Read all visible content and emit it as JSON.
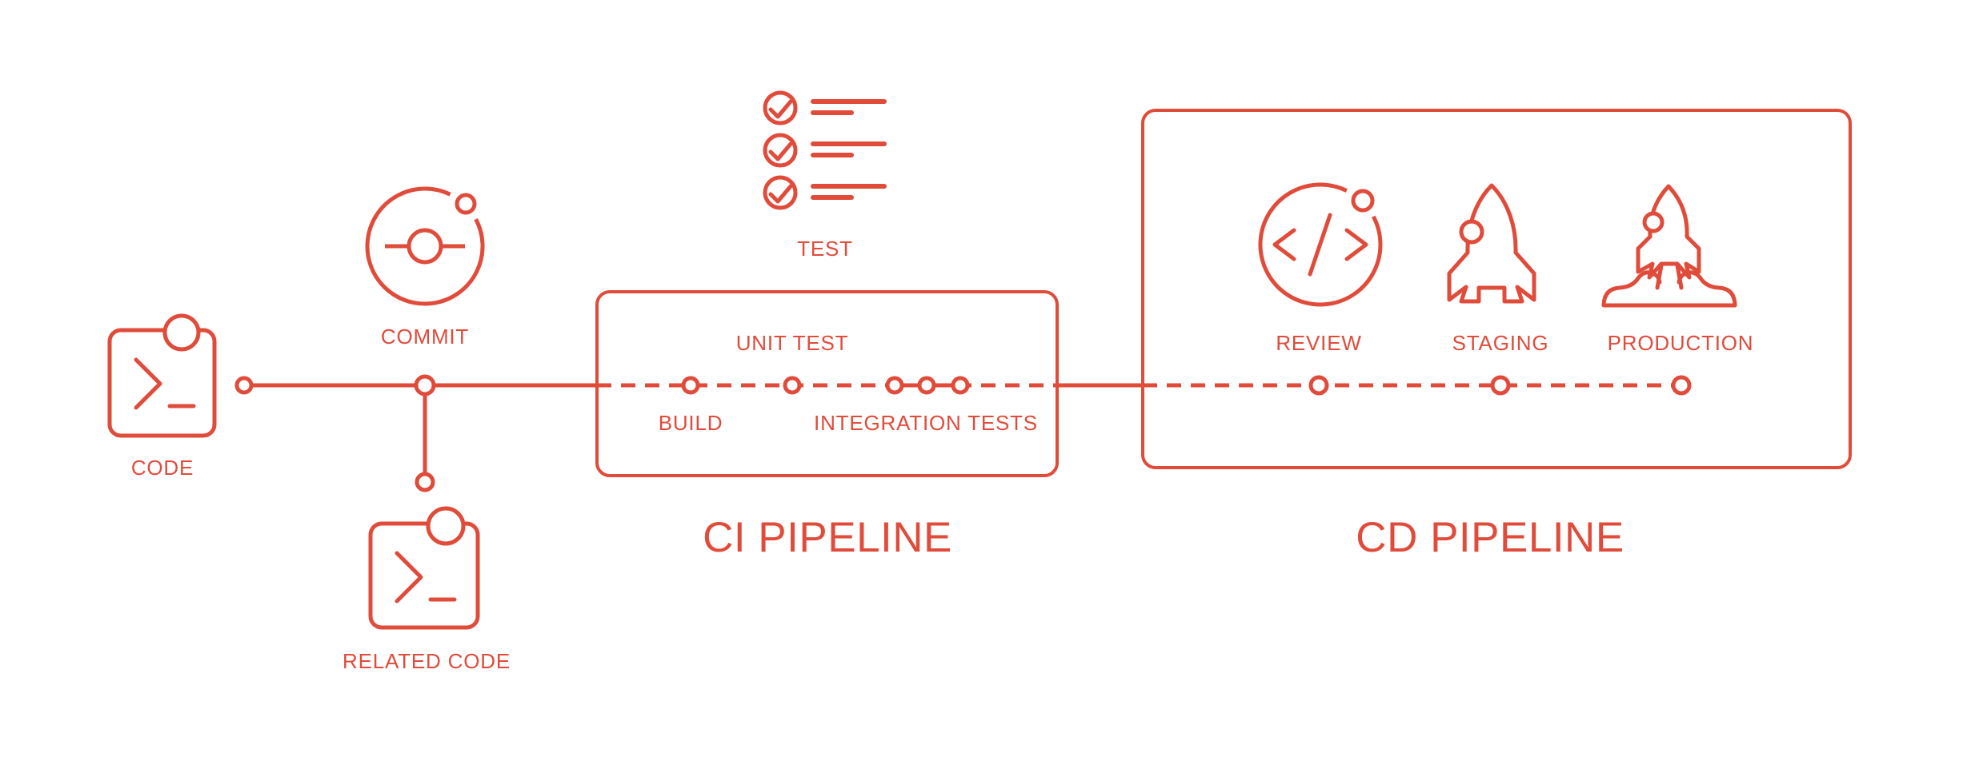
{
  "colors": {
    "accent": "#E04B3A",
    "background": "#FFFFFF"
  },
  "flow": {
    "code": {
      "label": "CODE",
      "icon": "terminal-code-icon"
    },
    "commit": {
      "label": "COMMIT",
      "icon": "git-commit-icon"
    },
    "related_code": {
      "label": "RELATED CODE",
      "icon": "terminal-code-icon"
    },
    "test": {
      "label": "TEST",
      "icon": "checklist-icon"
    }
  },
  "ci_pipeline": {
    "title": "CI PIPELINE",
    "stages": {
      "build": "BUILD",
      "unit_test": "UNIT TEST",
      "integration_tests": "INTEGRATION TESTS"
    }
  },
  "cd_pipeline": {
    "title": "CD PIPELINE",
    "stages": {
      "review": "REVIEW",
      "staging": "STAGING",
      "production": "PRODUCTION"
    },
    "icons": {
      "review": "code-review-icon",
      "staging": "rocket-icon",
      "production": "rocket-launch-icon"
    }
  }
}
